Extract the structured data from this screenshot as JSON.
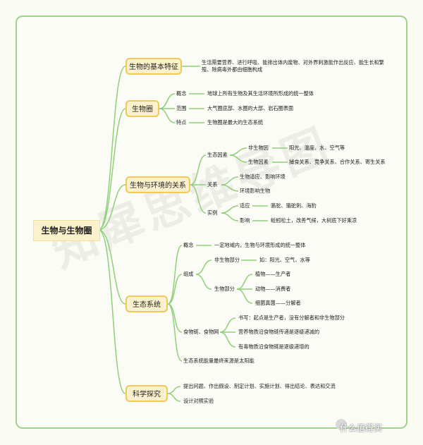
{
  "root": "生物与生物圈",
  "watermark": "知犀思维导图",
  "badge": "什么值得买",
  "b1": {
    "label": "生物的基本特征",
    "desc": "生活需要营养、进行呼吸、能排出体内废物、对外界刺激能作出反应、能生长和繁殖、除病毒外都由细胞构成"
  },
  "b2": {
    "label": "生物圈",
    "c1": "概念",
    "c1v": "地球上所有生物及其生活环境所形成的统一整体",
    "c2": "范围",
    "c2v": "大气圈底部、水圈的大部、岩石圈表面",
    "c3": "特点",
    "c3v": "生物圈是最大的生态系统"
  },
  "b3": {
    "label": "生物与环境的关系",
    "f": "生态因素",
    "f1": "非生物因",
    "f1v": "阳光、温度、水、空气等",
    "f2": "生物因素",
    "f2v": "捕食关系、竞争关系、合作关系、寄生关系",
    "r": "关系",
    "r1": "生物适应、影响环境",
    "r2": "环境影响生物",
    "e": "实例",
    "e1": "适应",
    "e1v": "骆驼、骆驼刺、海豹",
    "e2": "影响",
    "e2v": "蚯蚓松土，改善气候，大树底下好乘凉"
  },
  "b4": {
    "label": "生态系统",
    "c": "概念",
    "cv": "一定地域内，生物与环境形成的统一整体",
    "z": "组成",
    "z1": "非生物部分",
    "z1v": "如：阳光、空气、水等",
    "z2": "生物部分",
    "z2a": "植物——生产者",
    "z2b": "动物——消费者",
    "z2c": "细菌真菌——分解者",
    "w": "食物链、食物网",
    "w1": "书写：起点是生产者，没有分解者和非生物部分",
    "w2": "营养物质沿食物链传递是逐级递减的",
    "w3": "有毒物质沿食物链是逐级递增的",
    "s": "生态系统能量最终来源是太阳能"
  },
  "b5": {
    "label": "科学探究",
    "s1": "提出问题、作出假设、制定计划、实施计划、得出结论、表达和交流",
    "s2": "设计对照实验"
  }
}
